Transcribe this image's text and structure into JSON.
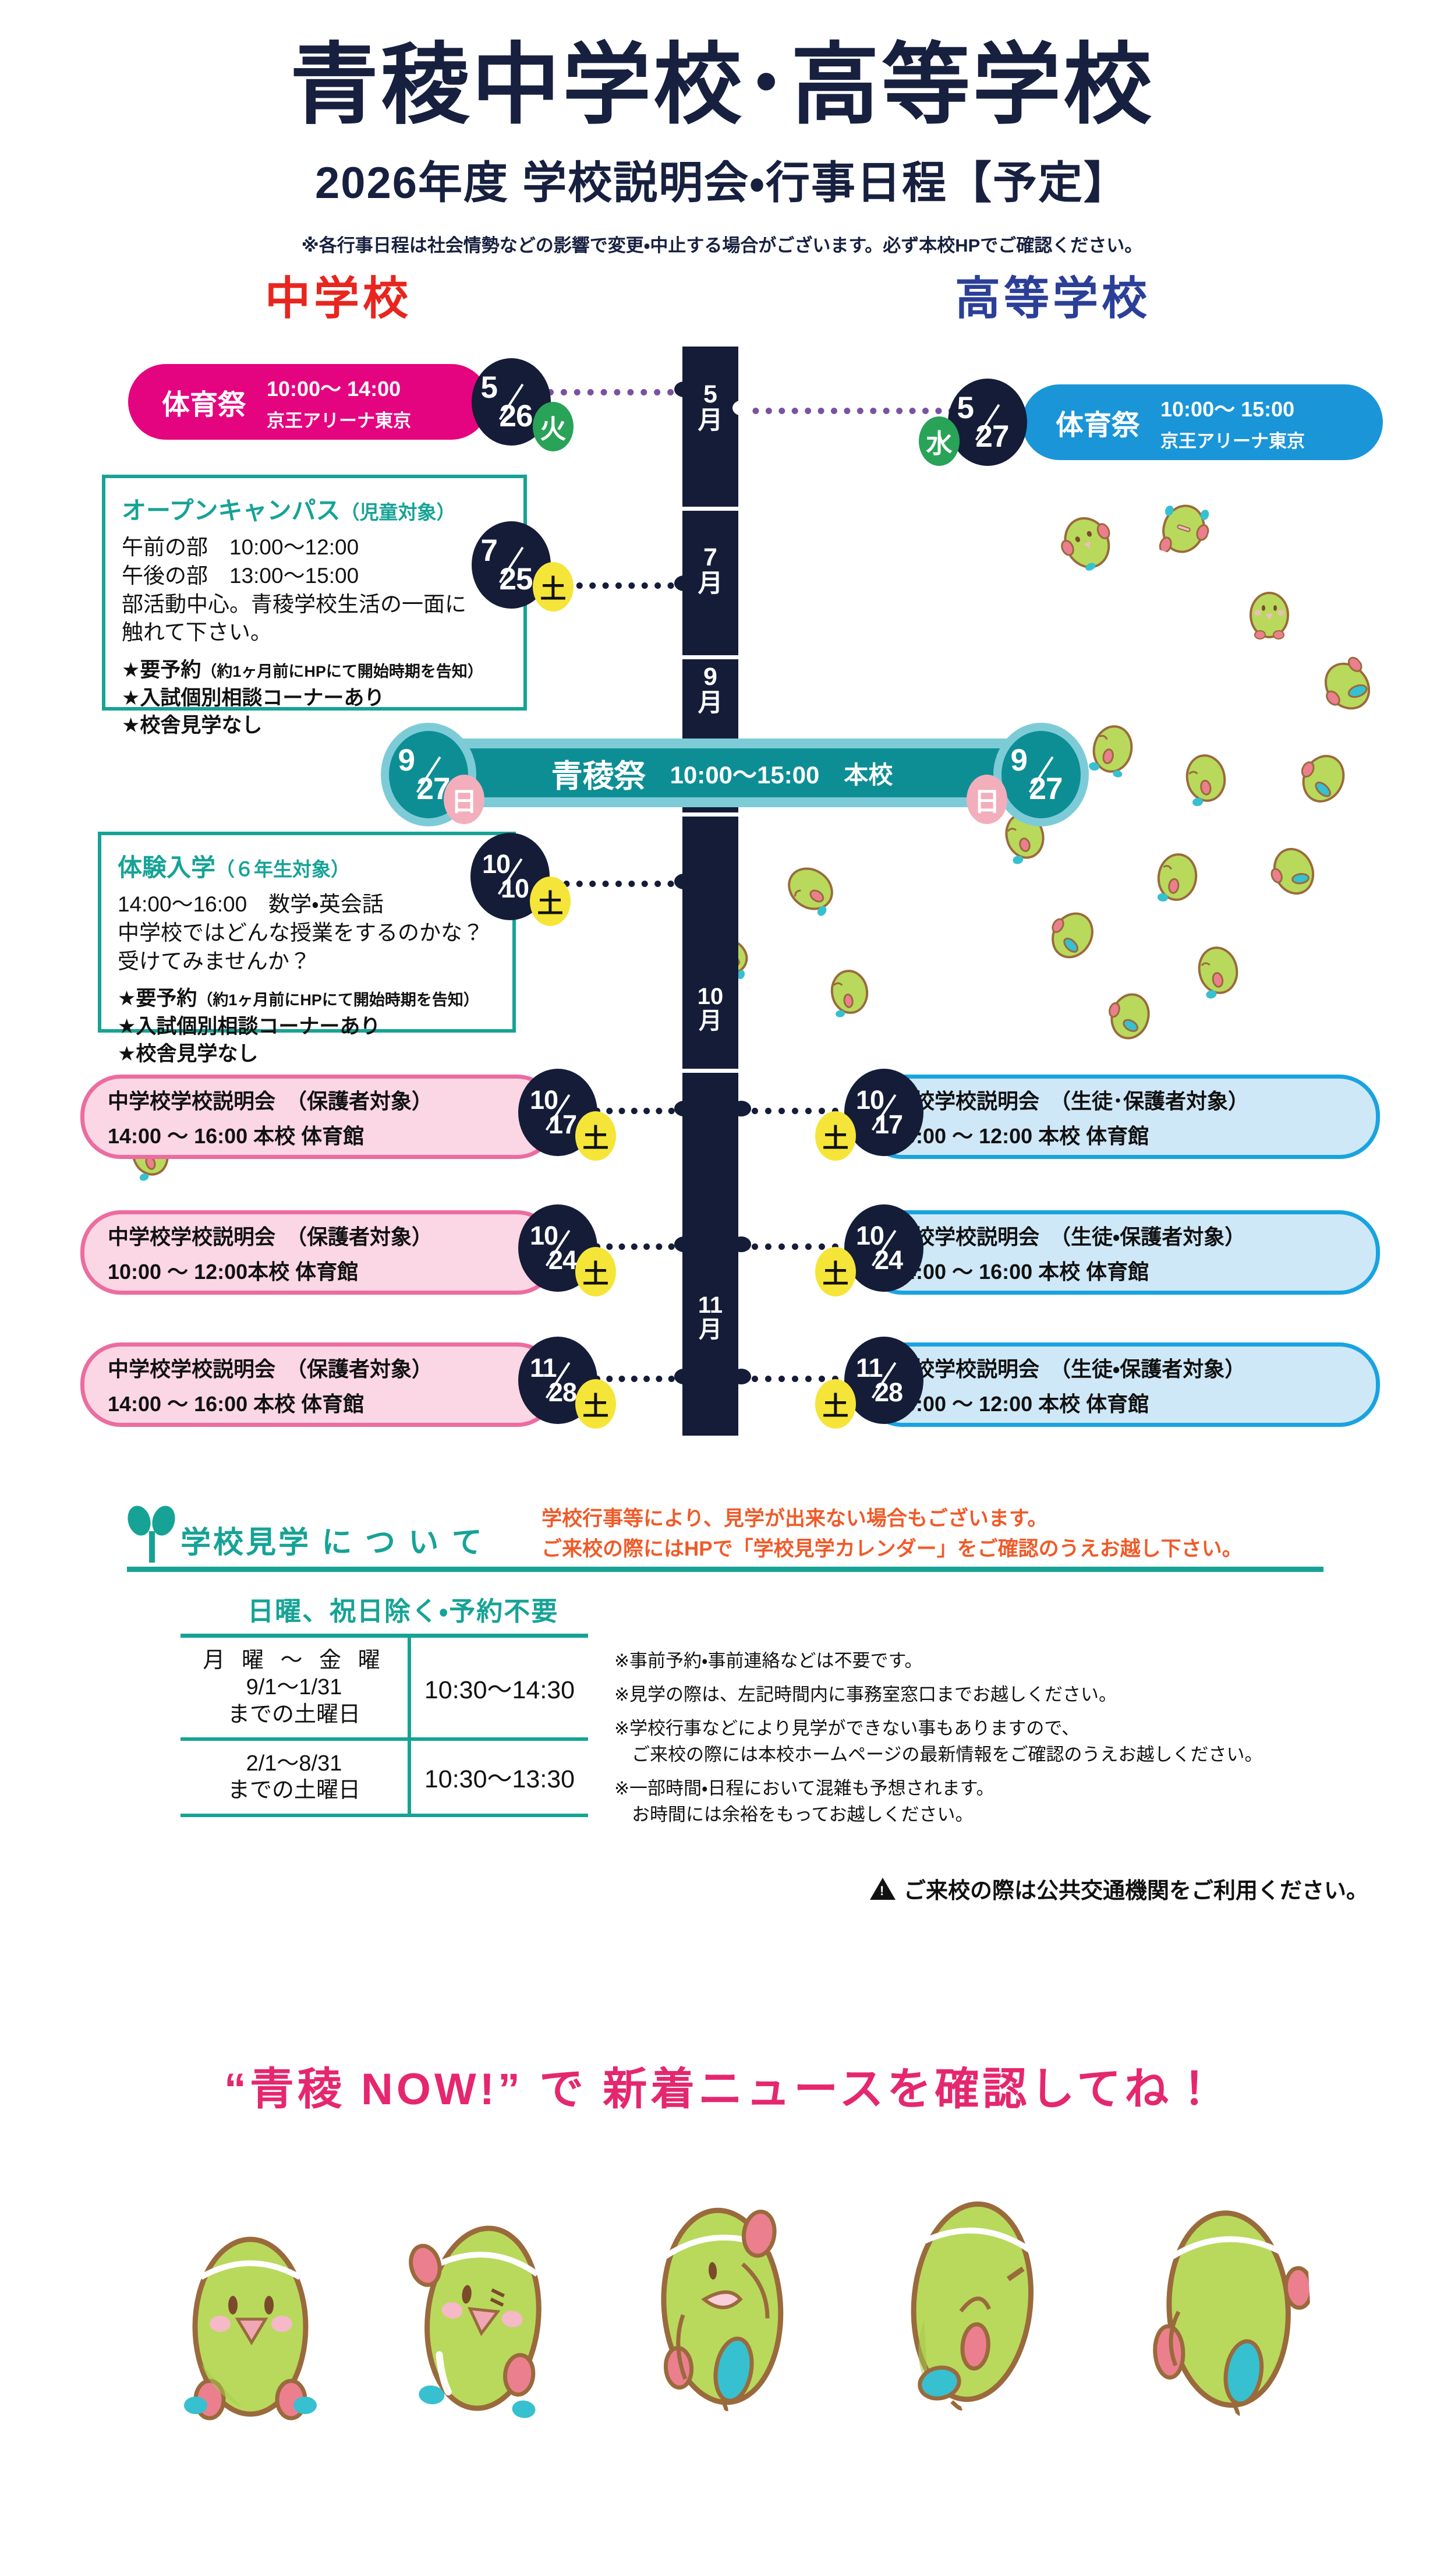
{
  "header": {
    "school_title": "青稜中学校･高等学校",
    "subtitle": "2026年度  学校説明会・行事日程【予定】",
    "disclaimer": "※各行事日程は社会情勢などの影響で変更・中止する場合がございます。必ず本校HPでご確認ください。"
  },
  "columns": {
    "junior_high": "中学校",
    "high_school": "高等学校"
  },
  "colors": {
    "navy": "#141c38",
    "jhs_red": "#e8251f",
    "hs_blue": "#2b3f98",
    "magenta": "#e5047f",
    "blue": "#1a95d8",
    "teal": "#16a396",
    "fest_teal": "#0d8e94",
    "orange": "#f05a28",
    "pink_banner": "#e5276f",
    "yellow": "#f5e538",
    "green_day": "#29a357",
    "pink_day": "#f3aebc"
  },
  "months": [
    {
      "num": "5",
      "unit": "月"
    },
    {
      "num": "7",
      "unit": "月"
    },
    {
      "num": "9",
      "unit": "月"
    },
    {
      "num": "10",
      "unit": "月"
    },
    {
      "num": "11",
      "unit": "月"
    }
  ],
  "events": {
    "jhs_sports": {
      "title": "体育祭",
      "time": "10:00～ 14:00",
      "venue": "京王アリーナ東京",
      "month": "5",
      "day": "26",
      "weekday": "火"
    },
    "hs_sports": {
      "title": "体育祭",
      "time": "10:00～ 15:00",
      "venue": "京王アリーナ東京",
      "month": "5",
      "day": "27",
      "weekday": "水"
    },
    "open_campus": {
      "title": "オープンキャンパス",
      "audience": "（児童対象）",
      "line1": "午前の部　10:00～12:00",
      "line2": "午後の部　13:00～15:00",
      "line3": "部活動中心。青稜学校生活の一面に",
      "line4": "触れて下さい。",
      "star1": "★要予約",
      "star1_paren": "（約1ヶ月前にHPにて開始時期を告知）",
      "star2": "★入試個別相談コーナーあり",
      "star3": "★校舎見学なし",
      "month": "7",
      "day": "25",
      "weekday": "土"
    },
    "festival": {
      "title": "青稜祭",
      "detail": "10:00～15:00　本校",
      "month": "9",
      "day": "27",
      "weekday": "日"
    },
    "trial": {
      "title": "体験入学",
      "audience": "（６年生対象）",
      "line1": "14:00～16:00　数学・英会話",
      "line2": "中学校ではどんな授業をするのかな？",
      "line3": "受けてみませんか？",
      "star1": "★要予約",
      "star1_paren": "（約1ヶ月前にHPにて開始時期を告知）",
      "star2": "★入試個別相談コーナーあり",
      "star3": "★校舎見学なし",
      "month": "10",
      "day": "10",
      "weekday": "土"
    },
    "briefings": [
      {
        "month": "10",
        "day": "17",
        "weekday": "土",
        "jhs_title": "中学校学校説明会　（保護者対象）",
        "jhs_detail": "14:00 ～ 16:00 本校 体育館",
        "hs_title": "高校学校説明会　（生徒･保護者対象）",
        "hs_detail": "10:00 ～ 12:00 本校 体育館"
      },
      {
        "month": "10",
        "day": "24",
        "weekday": "土",
        "jhs_title": "中学校学校説明会　（保護者対象）",
        "jhs_detail": "10:00 ～ 12:00本校 体育館",
        "hs_title": "高校学校説明会　（生徒・保護者対象）",
        "hs_detail": "14:00 ～ 16:00 本校 体育館"
      },
      {
        "month": "11",
        "day": "28",
        "weekday": "土",
        "jhs_title": "中学校学校説明会　（保護者対象）",
        "jhs_detail": "14:00 ～ 16:00 本校 体育館",
        "hs_title": "高校学校説明会　（生徒・保護者対象）",
        "hs_detail": "10:00 ～ 12:00 本校 体育館"
      }
    ]
  },
  "visit": {
    "heading": "学校見学 に つ い て",
    "notice_line1": "学校行事等により、見学が出来ない場合もございます。",
    "notice_line2": "ご来校の際にはHPで「学校見学カレンダー」をご確認のうえお越し下さい。",
    "subheading": "日曜、祝日除く・予約不要",
    "table": [
      {
        "period_line1": "月 曜 ～ 金 曜",
        "period_line2": "9/1～1/31",
        "period_line3": "までの土曜日",
        "hours": "10:30～14:30"
      },
      {
        "period_line1": "",
        "period_line2": "2/1～8/31",
        "period_line3": "までの土曜日",
        "hours": "10:30～13:30"
      }
    ],
    "notes": [
      {
        "main": "※事前予約・事前連絡などは不要です。",
        "sub": ""
      },
      {
        "main": "※見学の際は、左記時間内に事務室窓口までお越しください。",
        "sub": ""
      },
      {
        "main": "※学校行事などにより見学ができない事もありますので、",
        "sub": "ご来校の際には本校ホームページの最新情報をご確認のうえお越しください。"
      },
      {
        "main": "※一部時間・日程において混雑も予想されます。",
        "sub": "お時間には余裕をもってお越しください。"
      }
    ],
    "transit_notice": "ご来校の際は公共交通機関をご利用ください。"
  },
  "now_banner": "“青稜 NOW!” で 新着ニュースを確認してね！"
}
